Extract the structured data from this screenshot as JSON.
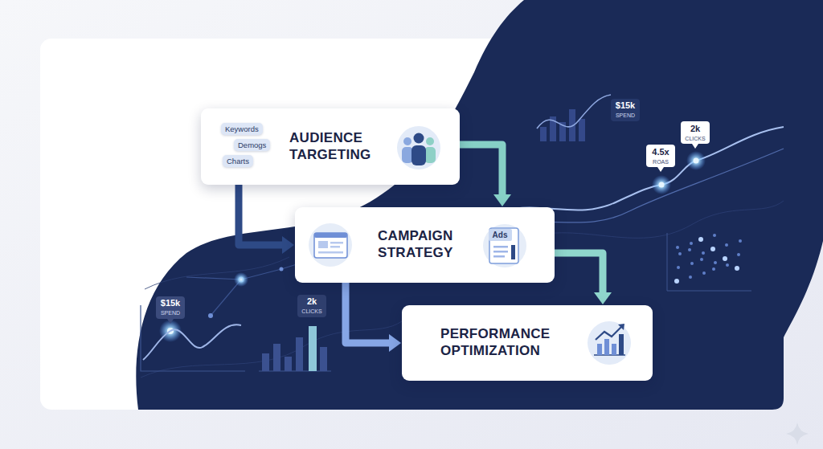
{
  "diagram": {
    "nodes": [
      {
        "text": [
          "AUDIENCE TARGETING"
        ]
      },
      {
        "text": [
          "Keywords"
        ],
        "in": 0
      },
      {
        "text": [
          "Demogs"
        ],
        "in": 0
      },
      {
        "text": [
          "Charts"
        ],
        "in": 0
      },
      {
        "text": [
          "CAMPAIGN STRATEGY"
        ]
      },
      {
        "text": [
          "PERFORMANCE OPTIMIZATION"
        ]
      }
    ],
    "edges": [
      {
        "from": 0,
        "to": 4,
        "arrow": "to"
      },
      {
        "from": 0,
        "to": 4,
        "arrow": "to"
      },
      {
        "from": 4,
        "to": 5,
        "arrow": "to"
      },
      {
        "from": 4,
        "to": 5,
        "arrow": "to"
      }
    ],
    "labels": [
      "$15k",
      "SPEND",
      "2k",
      "CLICKS",
      "4.5x",
      "ROAS",
      "Ads",
      "$15k",
      "SPEND",
      "2k",
      "CLICKS"
    ]
  }
}
